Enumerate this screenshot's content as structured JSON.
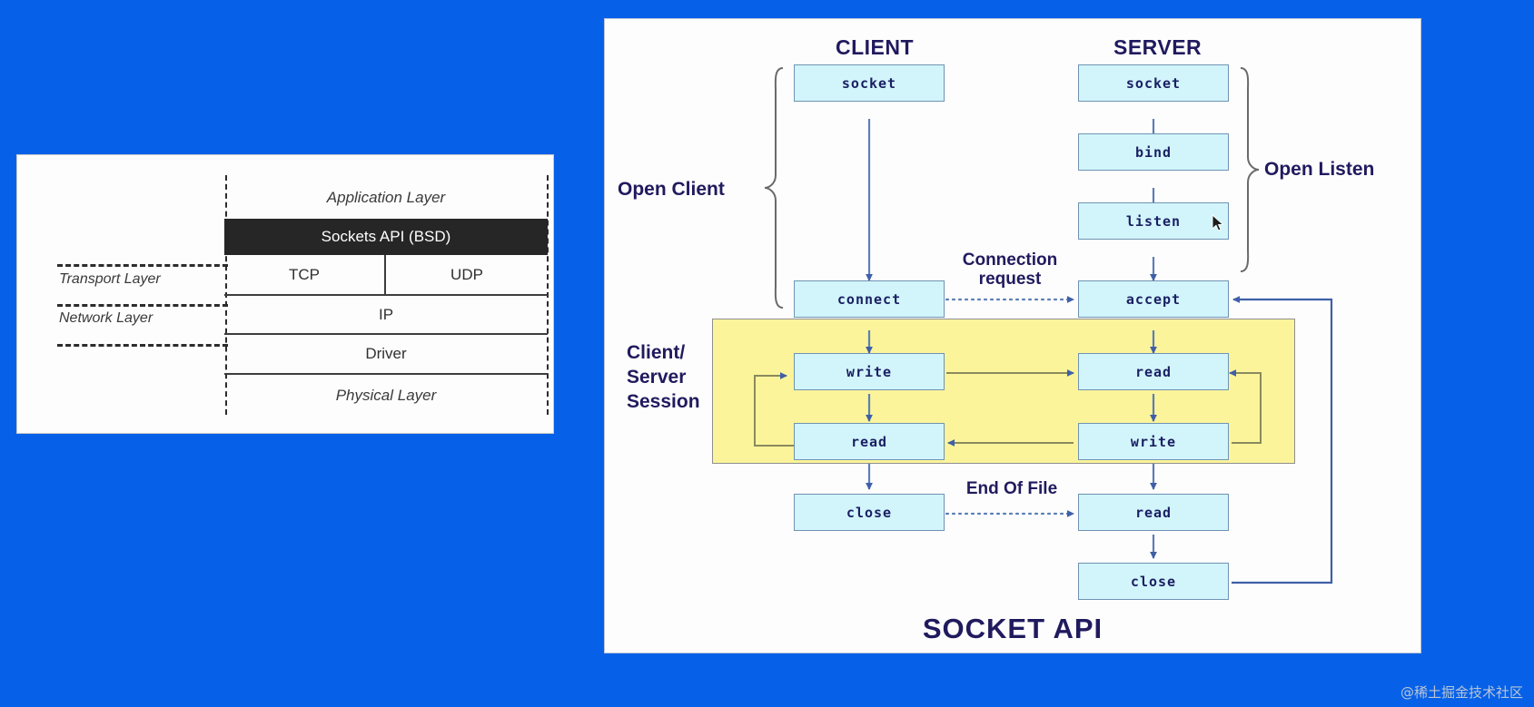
{
  "page": {
    "background_color": "#0761e8",
    "watermark": "@稀土掘金技术社区"
  },
  "stack_diagram": {
    "name": "network-protocol-stack",
    "rows": [
      {
        "label": "Application Layer",
        "style": "italic"
      },
      {
        "label": "Sockets API (BSD)",
        "style": "dark"
      },
      {
        "label": "TCP",
        "style": "plain",
        "sibling": "UDP"
      },
      {
        "label": "IP",
        "style": "plain"
      },
      {
        "label": "Driver",
        "style": "plain"
      },
      {
        "label": "Physical Layer",
        "style": "italic"
      }
    ],
    "cells": {
      "application_layer": "Application Layer",
      "sockets_api": "Sockets API (BSD)",
      "tcp": "TCP",
      "udp": "UDP",
      "ip": "IP",
      "driver": "Driver",
      "physical_layer": "Physical Layer"
    },
    "side_labels": [
      "Transport Layer",
      "Network Layer"
    ],
    "colors": {
      "highlight_band": "#262626",
      "panel": "#fdfdfd"
    }
  },
  "flow_diagram": {
    "title": "SOCKET API",
    "columns": {
      "client": "CLIENT",
      "server": "SERVER"
    },
    "client_nodes": [
      {
        "id": "client-socket",
        "label": "socket"
      },
      {
        "id": "client-connect",
        "label": "connect"
      },
      {
        "id": "client-write",
        "label": "write"
      },
      {
        "id": "client-read",
        "label": "read"
      },
      {
        "id": "client-close",
        "label": "close"
      }
    ],
    "server_nodes": [
      {
        "id": "server-socket",
        "label": "socket"
      },
      {
        "id": "server-bind",
        "label": "bind"
      },
      {
        "id": "server-listen",
        "label": "listen"
      },
      {
        "id": "server-accept",
        "label": "accept"
      },
      {
        "id": "server-read-1",
        "label": "read"
      },
      {
        "id": "server-write",
        "label": "write"
      },
      {
        "id": "server-read-2",
        "label": "read"
      },
      {
        "id": "server-close",
        "label": "close"
      }
    ],
    "group_labels": {
      "open_client": "Open Client",
      "open_listen": "Open Listen",
      "session": "Client/\nServer\nSession"
    },
    "edge_labels": {
      "connection_request": "Connection\nrequest",
      "end_of_file": "End Of File"
    },
    "colors": {
      "node_fill": "#d2f5fb",
      "node_border": "#6f93b4",
      "session_fill": "#fbf49a",
      "text": "#201a5e",
      "arrow": "#3f5fa8"
    }
  }
}
